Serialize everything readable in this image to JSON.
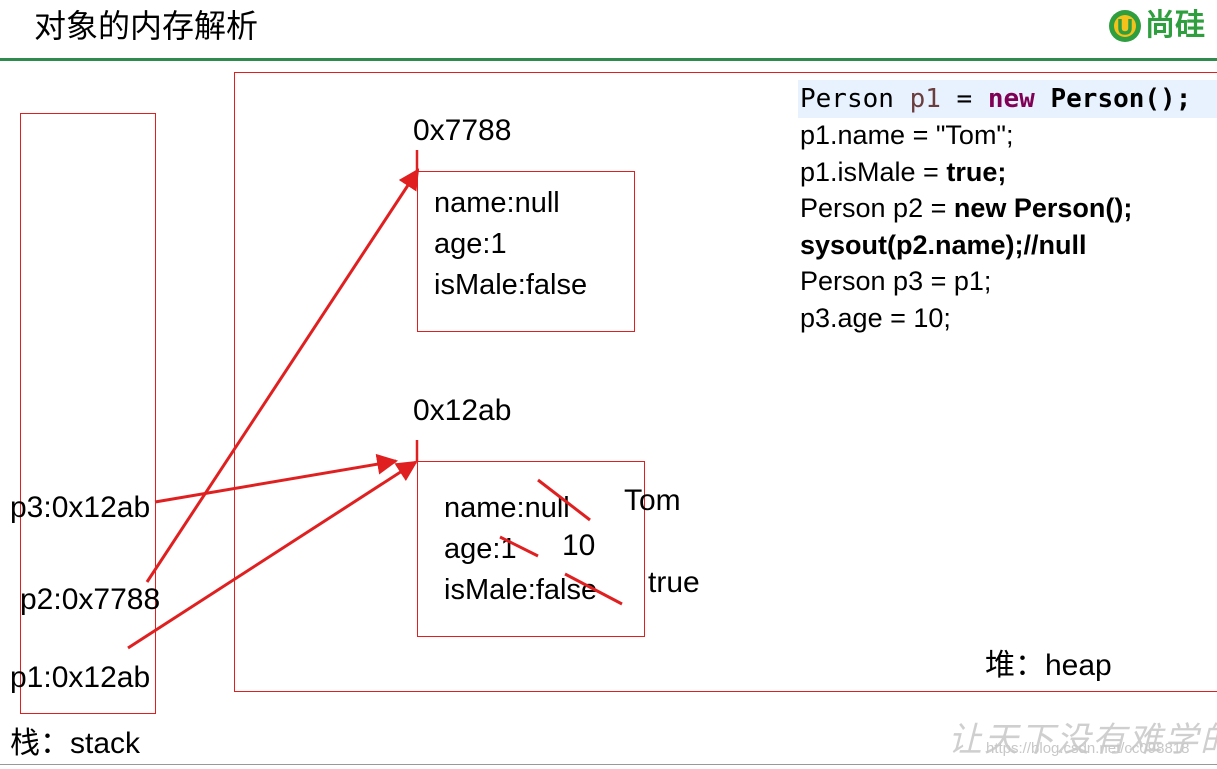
{
  "header": {
    "title": "对象的内存解析",
    "logo_text": "尚硅",
    "logo_mark": "U"
  },
  "stack": {
    "label": "栈：stack",
    "vars": {
      "p3": "p3:0x12ab",
      "p2": "p2:0x7788",
      "p1": "p1:0x12ab"
    }
  },
  "heap": {
    "label": "堆：heap",
    "object1": {
      "address": "0x7788",
      "fields": [
        "name:null",
        "age:1",
        "isMale:false"
      ]
    },
    "object2": {
      "address": "0x12ab",
      "fields": [
        "name:null",
        "age:1",
        "isMale:false"
      ],
      "new_values": {
        "name": "Tom",
        "age": "10",
        "isMale": "true"
      }
    }
  },
  "code": {
    "line1": {
      "type": "Person",
      "var": "p1",
      "eq": " = ",
      "kw": "new",
      "call": "Person();"
    },
    "line2": "p1.name = \"Tom\";",
    "line3": {
      "pre": "p1.isMale = ",
      "bold": "true;"
    },
    "line4": {
      "pre": "Person p2 = ",
      "bold": "new Person();"
    },
    "line5": "sysout(p2.name);//null",
    "line6": "Person p3 = p1;",
    "line7": "p3.age = 10;"
  },
  "watermark": {
    "text": "让天下没有难学的技",
    "url": "https://blog.csdn.net/cc098818"
  },
  "colors": {
    "accent_red": "#e02020",
    "header_rule": "#2f8a4e",
    "logo_green": "#2e9e3e",
    "code_highlight": "#e8f2fe",
    "keyword_purple": "#7f0055"
  }
}
